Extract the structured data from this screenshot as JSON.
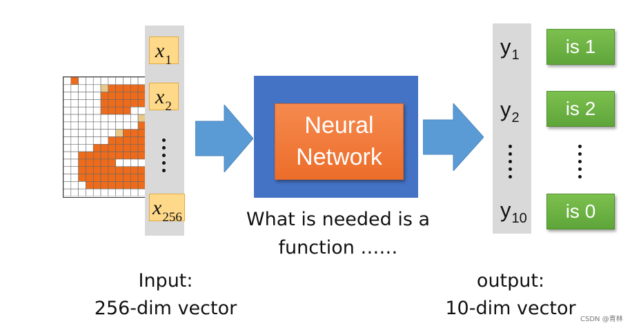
{
  "inputs": [
    {
      "var": "x",
      "sub": "1"
    },
    {
      "var": "x",
      "sub": "2"
    },
    {
      "var": "x",
      "sub": "256"
    }
  ],
  "network": {
    "line1": "Neural",
    "line2": "Network"
  },
  "caption": {
    "line1": "What is needed is a",
    "line2": "function ……"
  },
  "input_label": {
    "line1": "Input:",
    "line2": "256-dim vector"
  },
  "output_label": {
    "line1": "output:",
    "line2": "10-dim vector"
  },
  "outputs": [
    {
      "var": "y",
      "sub": "1",
      "class_label": "is 1"
    },
    {
      "var": "y",
      "sub": "2",
      "class_label": "is 2"
    },
    {
      "var": "y",
      "sub": "10",
      "class_label": "is 0"
    }
  ],
  "watermark": "CSDN @育林",
  "colors": {
    "network_outer": "#4472c4",
    "network_inner": "#ed7d31",
    "arrow": "#5b9bd5",
    "input_box": "#ffd98a",
    "class_box": "#70ad47",
    "column_bg": "#d9d9d9",
    "pixel_fill": "#ed6b1b",
    "pixel_partial": "#e8c98a"
  },
  "pixel_image": {
    "rows": 16,
    "cols": 16,
    "digit_shown": "2",
    "filled": [
      [
        0,
        1,
        0,
        0,
        0,
        0,
        0,
        0,
        0,
        0,
        0,
        0,
        0,
        0,
        0,
        0
      ],
      [
        0,
        0,
        0,
        0,
        0,
        2,
        1,
        1,
        1,
        1,
        1,
        1,
        0,
        0,
        0,
        0
      ],
      [
        0,
        0,
        0,
        0,
        0,
        1,
        1,
        1,
        1,
        1,
        1,
        1,
        1,
        0,
        0,
        0
      ],
      [
        0,
        0,
        0,
        0,
        0,
        1,
        1,
        1,
        1,
        1,
        1,
        1,
        1,
        0,
        0,
        0
      ],
      [
        0,
        0,
        0,
        0,
        0,
        1,
        1,
        1,
        1,
        0,
        0,
        1,
        1,
        0,
        0,
        0
      ],
      [
        0,
        0,
        0,
        0,
        0,
        0,
        0,
        0,
        0,
        0,
        2,
        1,
        1,
        0,
        0,
        0
      ],
      [
        0,
        0,
        0,
        0,
        0,
        0,
        0,
        0,
        0,
        0,
        1,
        1,
        1,
        0,
        0,
        0
      ],
      [
        0,
        0,
        0,
        0,
        0,
        0,
        0,
        2,
        1,
        1,
        1,
        1,
        1,
        0,
        0,
        0
      ],
      [
        0,
        0,
        0,
        0,
        0,
        0,
        1,
        1,
        1,
        1,
        1,
        1,
        1,
        0,
        0,
        0
      ],
      [
        0,
        0,
        0,
        0,
        1,
        1,
        1,
        1,
        1,
        1,
        1,
        1,
        0,
        0,
        0,
        0
      ],
      [
        0,
        0,
        1,
        1,
        1,
        1,
        1,
        1,
        1,
        1,
        1,
        0,
        0,
        0,
        0,
        0
      ],
      [
        0,
        0,
        1,
        1,
        1,
        1,
        1,
        0,
        0,
        0,
        0,
        0,
        0,
        0,
        0,
        0
      ],
      [
        0,
        0,
        1,
        1,
        1,
        1,
        1,
        1,
        1,
        1,
        1,
        1,
        1,
        0,
        0,
        0
      ],
      [
        0,
        0,
        1,
        1,
        1,
        1,
        1,
        1,
        1,
        1,
        1,
        1,
        1,
        0,
        0,
        0
      ],
      [
        0,
        0,
        0,
        1,
        1,
        1,
        1,
        1,
        1,
        1,
        1,
        1,
        1,
        0,
        0,
        0
      ],
      [
        0,
        0,
        0,
        0,
        0,
        0,
        0,
        0,
        0,
        0,
        0,
        0,
        0,
        0,
        0,
        0
      ]
    ]
  }
}
